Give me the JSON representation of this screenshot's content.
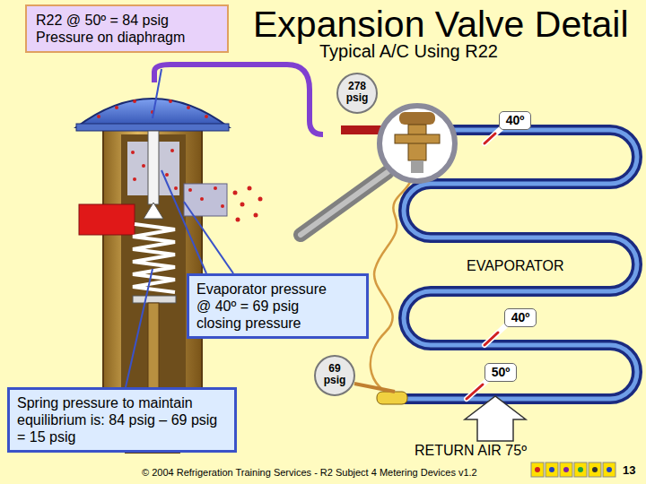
{
  "diagram": {
    "title": "Expansion Valve Detail",
    "nodes": [
      {
        "text": [
          "R22 @ 50º = 84 psig Pressure on diaphragm"
        ]
      },
      {
        "text": [
          "Evaporator pressure @ 40º = 69 psig closing pressure"
        ]
      },
      {
        "text": [
          "Spring pressure to maintain equilibrium is: 84 psig – 69 psig = 15 psig"
        ]
      }
    ],
    "labels": [
      "Typical A/C Using R22",
      "278 psig",
      "40º",
      "EVAPORATOR",
      "40º",
      "69 psig",
      "50º",
      "RETURN AIR 75º",
      "© 2004 Refrigeration Training Services - R2 Subject 4 Metering Devices v1.2",
      "13"
    ]
  }
}
